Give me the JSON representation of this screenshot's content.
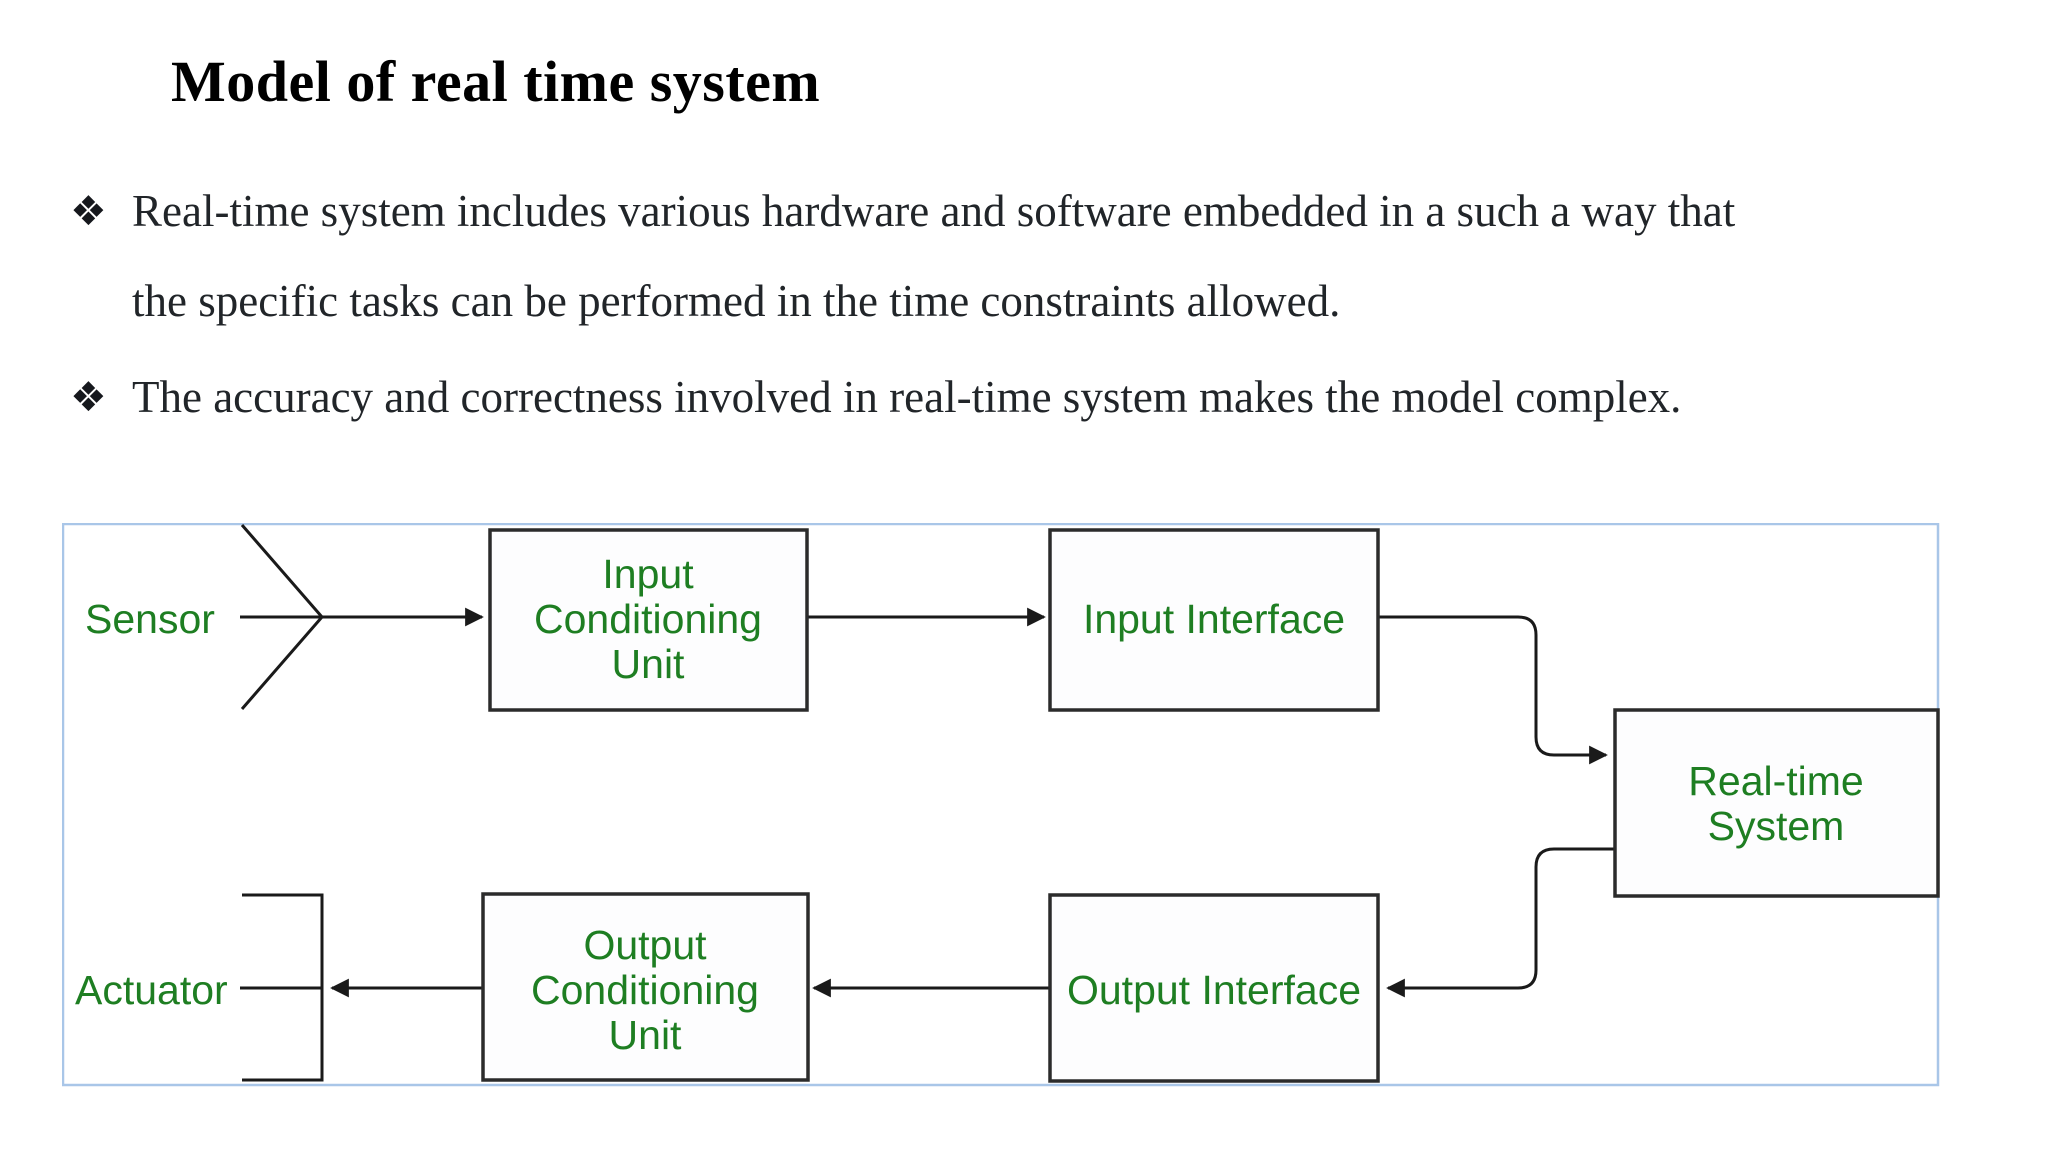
{
  "title": "Model of real time system",
  "bullets": [
    {
      "marker": "❖",
      "lines": [
        "Real-time system includes various hardware and software embedded in a such a way that",
        "the specific tasks can be performed in the time constraints allowed."
      ]
    },
    {
      "marker": "❖",
      "lines": [
        "The accuracy and correctness involved in real-time system makes the model complex."
      ]
    }
  ],
  "diagram": {
    "nodes": {
      "sensor": "Sensor",
      "actuator": "Actuator",
      "input_conditioning_unit": [
        "Input",
        "Conditioning",
        "Unit"
      ],
      "input_interface": "Input Interface",
      "real_time_system": [
        "Real-time",
        "System"
      ],
      "output_interface": "Output Interface",
      "output_conditioning_unit": [
        "Output",
        "Conditioning",
        "Unit"
      ]
    },
    "colors": {
      "label_green": "#1e7e22",
      "wire_black": "#1a1a1a",
      "box_border": "#2b2b2b",
      "frame_blue": "#a9c6e8",
      "body_text": "#212529"
    }
  }
}
